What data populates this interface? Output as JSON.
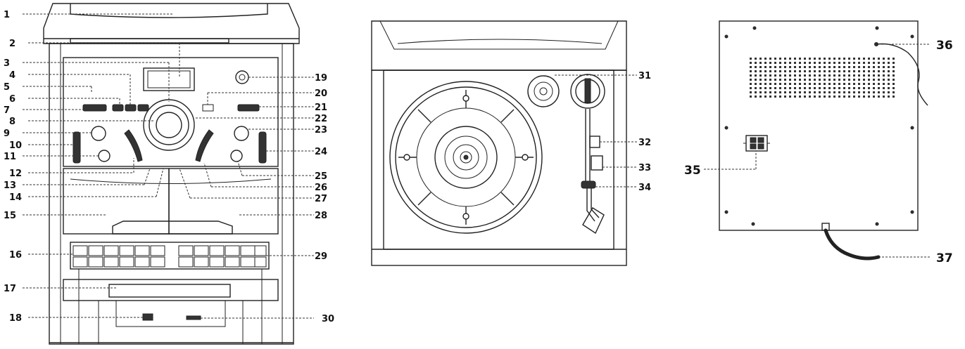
{
  "figures": {
    "front_view": {
      "callouts_left": [
        "1",
        "2",
        "3",
        "4",
        "5",
        "6",
        "7",
        "8",
        "9",
        "10",
        "11",
        "12",
        "13",
        "14",
        "15",
        "16",
        "17",
        "18"
      ],
      "callouts_right": [
        "19",
        "20",
        "21",
        "22",
        "23",
        "24",
        "25",
        "26",
        "27",
        "28",
        "29",
        "30"
      ]
    },
    "turntable_view": {
      "callouts": [
        "31",
        "32",
        "33",
        "34"
      ]
    },
    "rear_view": {
      "callouts": [
        "35",
        "36",
        "37"
      ]
    }
  }
}
